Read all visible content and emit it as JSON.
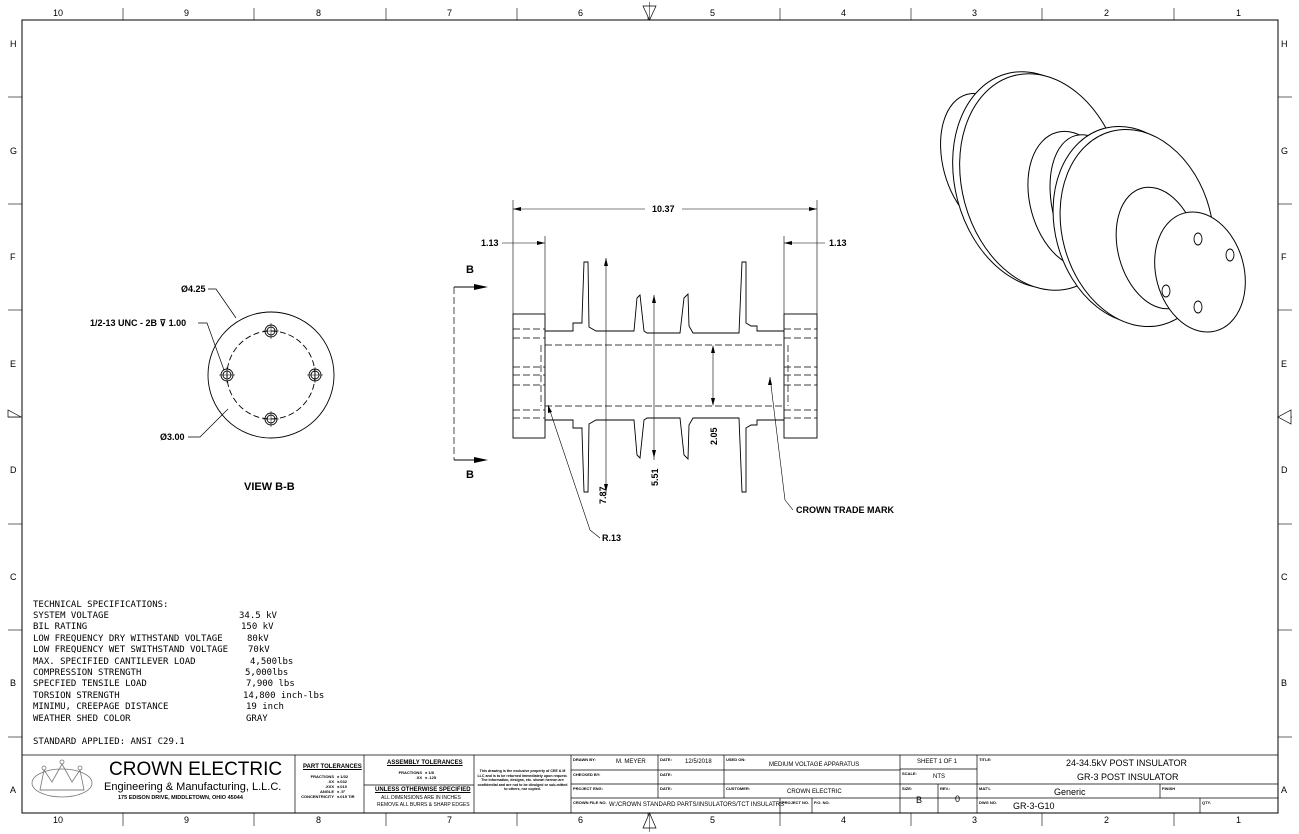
{
  "border": {
    "columns": [
      "10",
      "9",
      "8",
      "7",
      "6",
      "5",
      "4",
      "3",
      "2",
      "1"
    ],
    "rows": [
      "H",
      "G",
      "F",
      "E",
      "D",
      "C",
      "B",
      "A"
    ]
  },
  "view_bb": {
    "title": "VIEW B-B",
    "dia_outer": "Ø4.25",
    "thread": "1/2-13 UNC - 2B ⊽ 1.00",
    "dia_bolt_circle": "Ø3.00"
  },
  "side_view": {
    "overall": "10.37",
    "end_left": "1.13",
    "end_right": "1.13",
    "section_top": "B",
    "section_bottom": "B",
    "shed_dia": "7.87",
    "mid_dia": "5.51",
    "core_dia": "2.05",
    "radius": "R.13",
    "trademark": "CROWN TRADE MARK"
  },
  "specs": {
    "heading": "TECHNICAL SPECIFICATIONS:",
    "rows": [
      {
        "label": "SYSTEM VOLTAGE",
        "value": "34.5 kV"
      },
      {
        "label": "BIL RATING",
        "value": "150 kV"
      },
      {
        "label": "LOW FREQUENCY DRY WITHSTAND VOLTAGE",
        "value": "80kV"
      },
      {
        "label": "LOW FREQUENCY WET SWITHSTAND VOLTAGE",
        "value": "70kV"
      },
      {
        "label": "MAX. SPECIFIED CANTILEVER LOAD",
        "value": "4,500lbs"
      },
      {
        "label": "COMPRESSION STRENGTH",
        "value": "5,000lbs"
      },
      {
        "label": "SPECFIED TENSILE LOAD",
        "value": "7,900 lbs"
      },
      {
        "label": "TORSION STRENGTH",
        "value": "14,800 inch-lbs"
      },
      {
        "label": "MINIMU, CREEPAGE DISTANCE",
        "value": "19 inch"
      },
      {
        "label": "WEATHER SHED COLOR",
        "value": "GRAY"
      }
    ],
    "standard": "STANDARD APPLIED: ANSI C29.1"
  },
  "titleblock": {
    "company": "CROWN ELECTRIC",
    "company_sub": "Engineering & Manufacturing, L.L.C.",
    "address": "175 EDISON DRIVE, MIDDLETOWN, OHIO 45044",
    "part_tol_title": "PART TOLERANCES",
    "part_tol_rows": [
      {
        "k": "FRACTIONS",
        "v": "± 1/32"
      },
      {
        "k": ".XX",
        "v": "±.032"
      },
      {
        "k": ".XXX",
        "v": "±.010"
      },
      {
        "k": "ANGLE",
        "v": "± .5°"
      },
      {
        "k": "CONCENTRICITY",
        "v": "±.015 TIR"
      }
    ],
    "asm_tol_title": "ASSEMBLY TOLERANCES",
    "asm_tol_rows": [
      {
        "k": "FRACTIONS",
        "v": "± 1/8"
      },
      {
        "k": ".XX",
        "v": "± .125"
      }
    ],
    "unless_title": "UNLESS OTHERWISE SPECIFIED",
    "unless_1": "ALL DIMENSIONS ARE IN INCHES",
    "unless_2": "REMOVE ALL BURRS & SHARP EDGES",
    "notice": "This drawing is the exclusive property of CEE & M LLC and is to be returned immediately upon request. The information, designs, etc. shown hereon are confidential and are not to be divulged or sub-mitted to others, nor copied.",
    "drawn_by_label": "DRAWN BY:",
    "drawn_by": "M. MEYER",
    "checked_label": "CHECKED BY:",
    "project_eng_label": "PROJECT ENG:",
    "file_label": "CROWN FILE NO.",
    "file_no": "W:/CROWN STANDARD PARTS/INSULATORS/TCT INSULATRS",
    "date_label": "DATE:",
    "date": "12/5/2018",
    "used_on_label": "USED ON:",
    "used_on": "MEDIUM VOLTAGE APPARATUS",
    "customer_label": "CUSTOMER:",
    "customer": "CROWN ELECTRIC",
    "project_no_label": "PROJECT NO.",
    "po_label": "P.O. NO.",
    "sheet": "SHEET 1  OF 1",
    "scale_label": "SCALE:",
    "scale": "NTS",
    "size_label": "SIZE:",
    "size": "B",
    "rev_label": "REV.:",
    "rev": "0",
    "title_label": "TITLE:",
    "title_1": "24-34.5kV POST INSULATOR",
    "title_2": "GR-3 POST INSULATOR",
    "matl_label": "MAT'L",
    "matl": "Generic",
    "finish_label": "FINISH",
    "dwg_label": "DWG NO.",
    "dwg_no": "GR-3-G10",
    "qty_label": "QTY."
  }
}
